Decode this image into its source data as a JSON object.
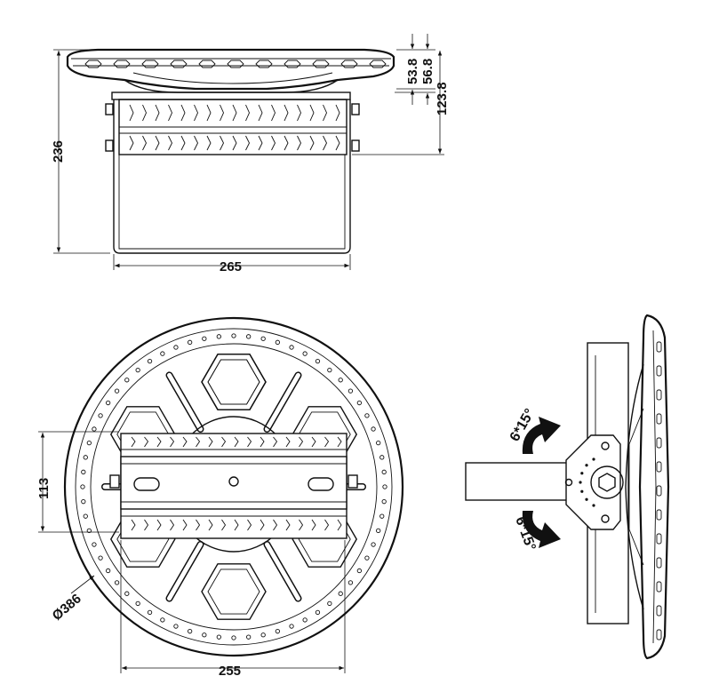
{
  "dimensions": {
    "d_53_8": "53.8",
    "d_56_8": "56.8",
    "d_123_8": "123.8",
    "d_236": "236",
    "d_265": "265",
    "d_113": "113",
    "d_386": "Ø386",
    "d_255": "255"
  },
  "angles": {
    "upper": "6*15°",
    "lower": "6*15°"
  }
}
